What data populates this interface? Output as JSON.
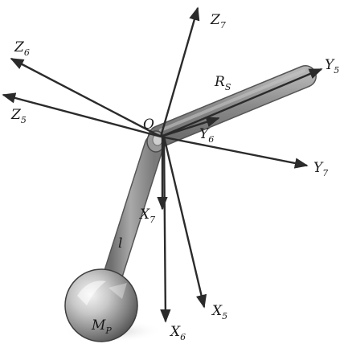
{
  "origin": {
    "letter": "O"
  },
  "bodies": {
    "rod": {
      "letter": "R",
      "subscript": "S"
    },
    "pendulum": {
      "letter": "l"
    },
    "mass": {
      "letter": "M",
      "subscript": "P"
    }
  },
  "axes": {
    "Z7": {
      "letter": "Z",
      "subscript": "7"
    },
    "Z6": {
      "letter": "Z",
      "subscript": "6"
    },
    "Z5": {
      "letter": "Z",
      "subscript": "5"
    },
    "Y5": {
      "letter": "Y",
      "subscript": "5"
    },
    "Y6": {
      "letter": "Y",
      "subscript": "6"
    },
    "Y7": {
      "letter": "Y",
      "subscript": "7"
    },
    "X7": {
      "letter": "X",
      "subscript": "7"
    },
    "X6": {
      "letter": "X",
      "subscript": "6"
    },
    "X5": {
      "letter": "X",
      "subscript": "5"
    }
  },
  "colors": {
    "axis": "#2b2b2b",
    "body": "#8f8f8f",
    "body_edge": "#5a5a5a"
  }
}
